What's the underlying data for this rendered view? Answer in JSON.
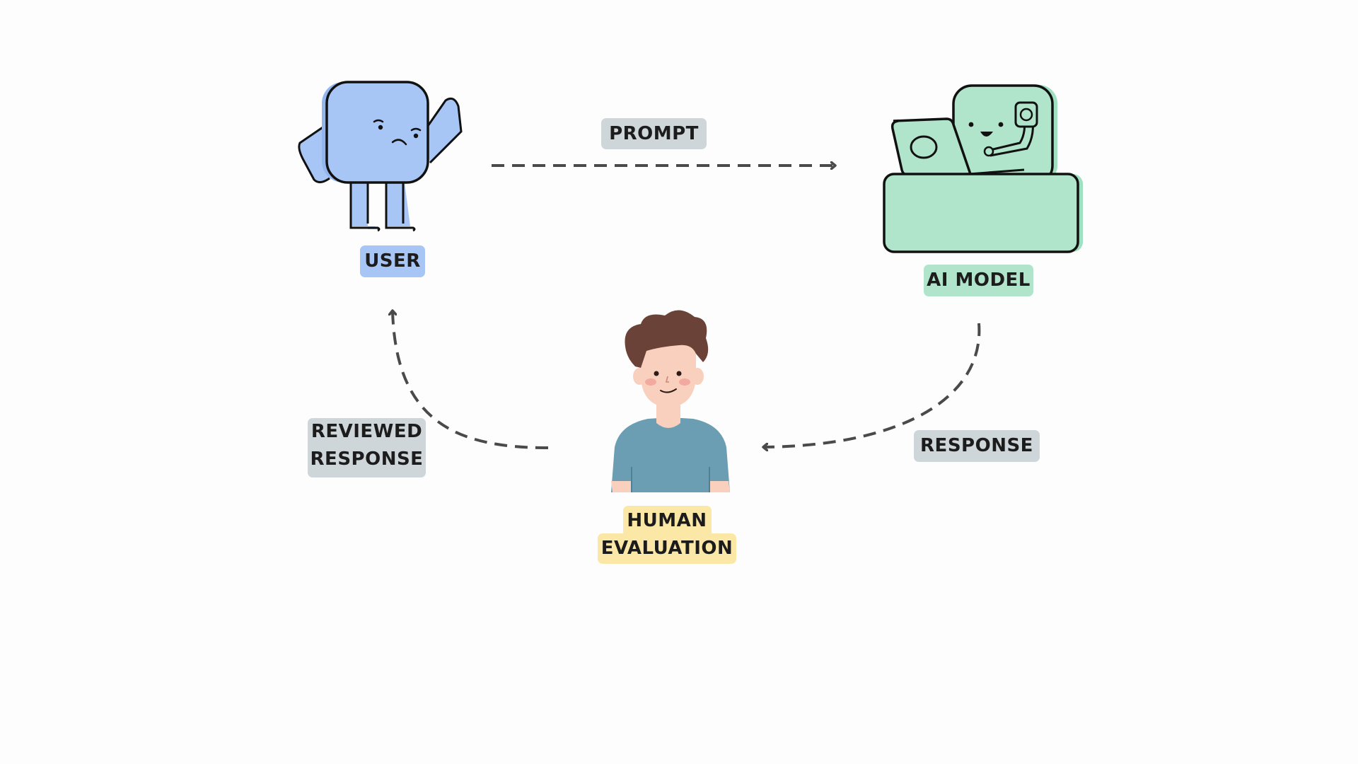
{
  "diagram": {
    "nodes": {
      "user": {
        "label": "USER",
        "icon": "cartoon-square-character-icon"
      },
      "ai_model": {
        "label": "AI MODEL",
        "icon": "robot-with-laptop-icon"
      },
      "human_evaluation": {
        "label_line1": "HUMAN",
        "label_line2": "EVALUATION",
        "icon": "person-avatar-icon"
      }
    },
    "edges": {
      "prompt": {
        "label": "PROMPT",
        "from": "USER",
        "to": "AI MODEL"
      },
      "response": {
        "label": "RESPONSE",
        "from": "AI MODEL",
        "to": "HUMAN EVALUATION"
      },
      "reviewed_response": {
        "label_line1": "REVIEWED",
        "label_line2": "RESPONSE",
        "from": "HUMAN EVALUATION",
        "to": "USER"
      }
    }
  },
  "colors": {
    "background": "#fdfdfd",
    "grey_pill": "#cfd6da",
    "blue": "#a7c6f5",
    "blue_shadow": "#93b6ef",
    "green": "#b1e5cb",
    "green_shadow": "#9fe0c0",
    "yellow": "#fbe7a6",
    "arrow": "#4a4a4a",
    "outline": "#111111",
    "shirt": "#6b9eb2",
    "hair": "#6b4237",
    "skin": "#f8d0bd",
    "cheek": "#f2a9a0"
  }
}
